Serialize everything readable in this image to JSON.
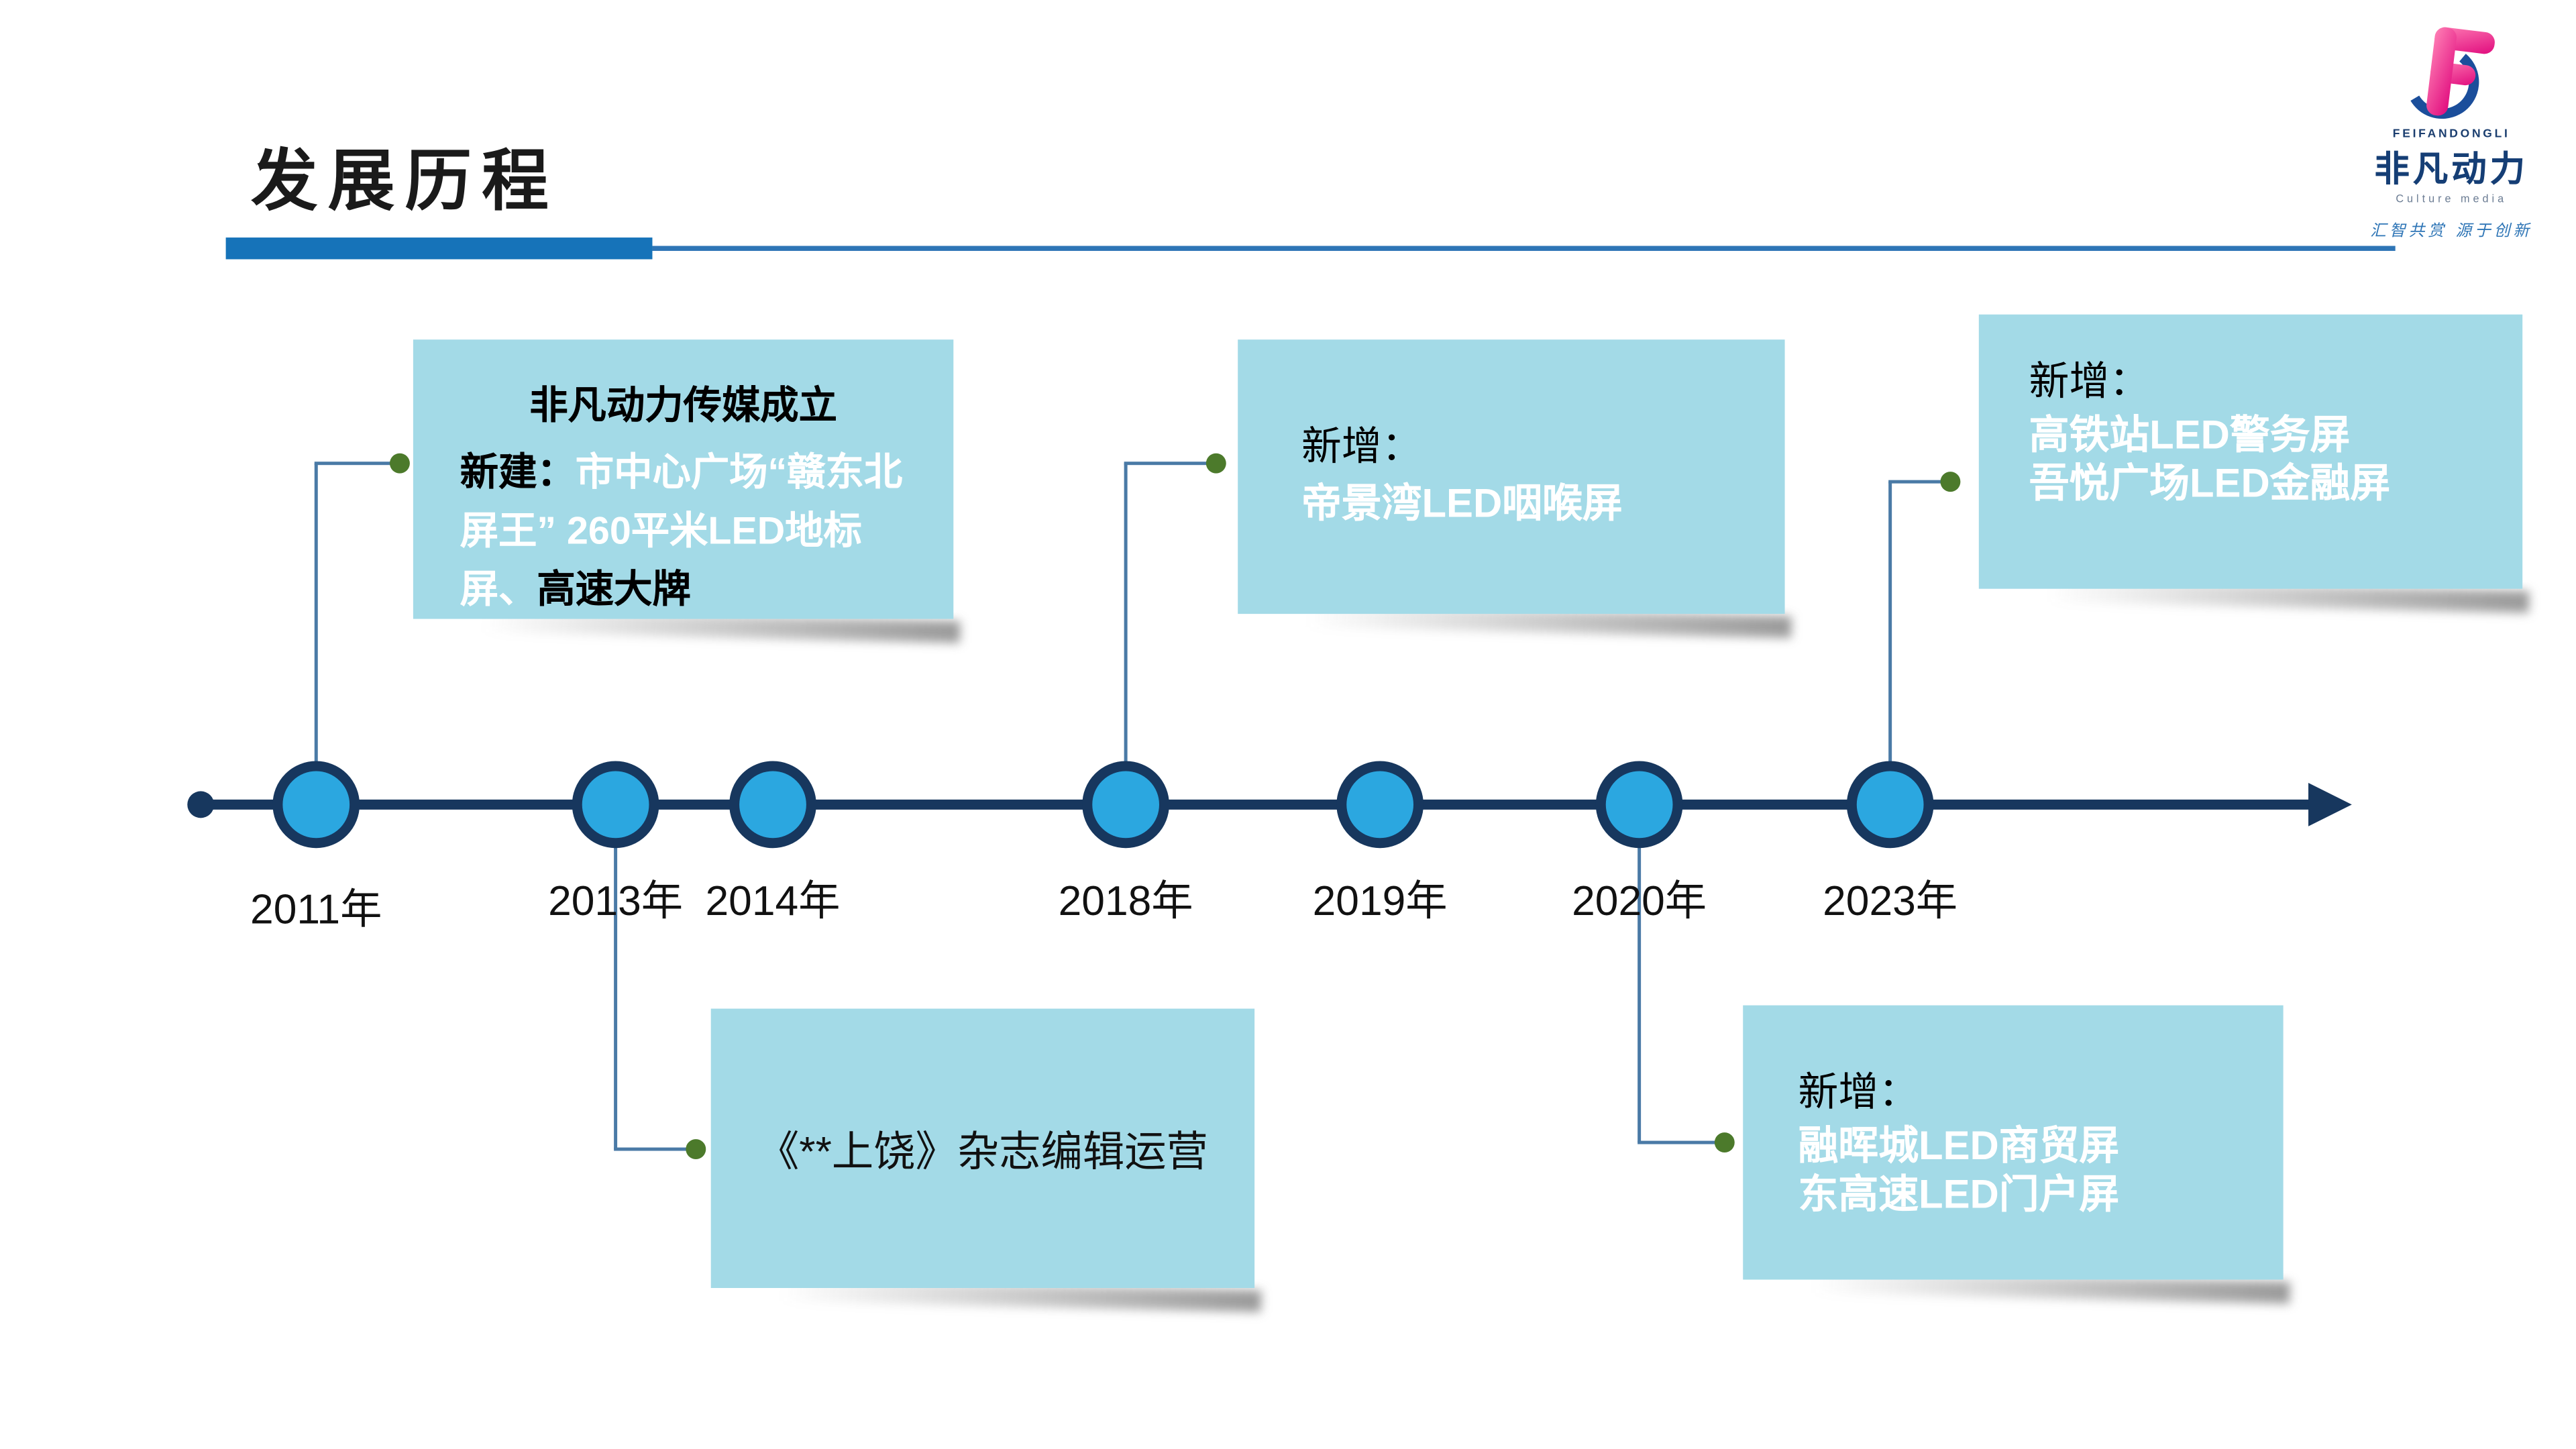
{
  "header": {
    "title": "发展历程"
  },
  "logo": {
    "monogram": "F",
    "brand_en": "FEIFANDONGLI",
    "brand_cn": "非凡动力",
    "tagline": "Culture media",
    "slogan": "汇智共赏 源于创新"
  },
  "timeline": {
    "years": [
      "2011年",
      "2013年",
      "2014年",
      "2018年",
      "2019年",
      "2020年",
      "2023年"
    ]
  },
  "callouts": {
    "c2011": {
      "heading": "非凡动力传媒成立",
      "label": "新建：",
      "highlight": "市中心广场“赣东北屏王” 260平米LED地标屏、",
      "tail": "高速大牌"
    },
    "c2013": {
      "text": "《**上饶》杂志编辑运营"
    },
    "c2018": {
      "label": "新增：",
      "line1": "帝景湾LED咽喉屏"
    },
    "c2020": {
      "label": "新增：",
      "line1": "融晖城LED商贸屏",
      "line2": "东高速LED门户屏"
    },
    "c2023": {
      "label": "新增：",
      "line1": "高铁站LED警务屏",
      "line2": "吾悦广场LED金融屏"
    }
  },
  "colors": {
    "accent_bar": "#1673b9",
    "axis": "#17375e",
    "node_fill": "#2ba7e0",
    "box_fill": "#a3dae7",
    "connector": "#4a7aa6",
    "connector_dot": "#4c7a2b",
    "highlight_text": "#ffffff"
  }
}
